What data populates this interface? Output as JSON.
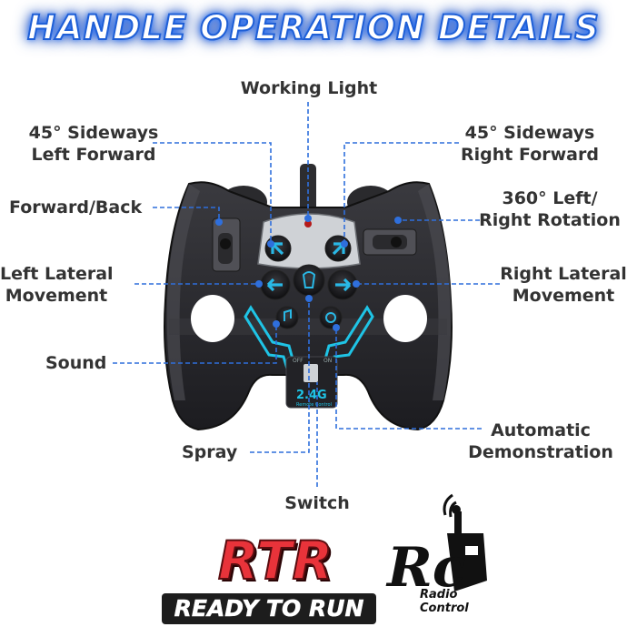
{
  "header": {
    "title": "HANDLE OPERATION DETAILS"
  },
  "callouts": {
    "working_light": "Working Light",
    "sideways_left_forward": [
      "45° Sideways",
      "Left Forward"
    ],
    "sideways_right_forward": [
      "45° Sideways",
      "Right Forward"
    ],
    "forward_back": "Forward/Back",
    "rotation": [
      "360° Left/",
      "Right Rotation"
    ],
    "left_lateral": [
      "Left Lateral",
      "Movement"
    ],
    "right_lateral": [
      "Right Lateral",
      "Movement"
    ],
    "sound": "Sound",
    "automatic_demo": [
      "Automatic",
      "Demonstration"
    ],
    "spray": "Spray",
    "switch": "Switch"
  },
  "controller": {
    "switch_off": "OFF",
    "switch_on": "ON",
    "badge": "2.4G",
    "badge_sub": "Remote Control"
  },
  "brand": {
    "rtr": "RTR",
    "rtr_sub": "READY TO RUN",
    "rc_logo": "Rc",
    "rc_sub": [
      "Radio",
      "Control"
    ]
  },
  "colors": {
    "leader": "#2f6fdc",
    "controller_body": "#2b2b2f",
    "button_arrow": "#29b8e6",
    "accent_trim": "#1fc4e6",
    "rtr_red": "#e8333a"
  }
}
